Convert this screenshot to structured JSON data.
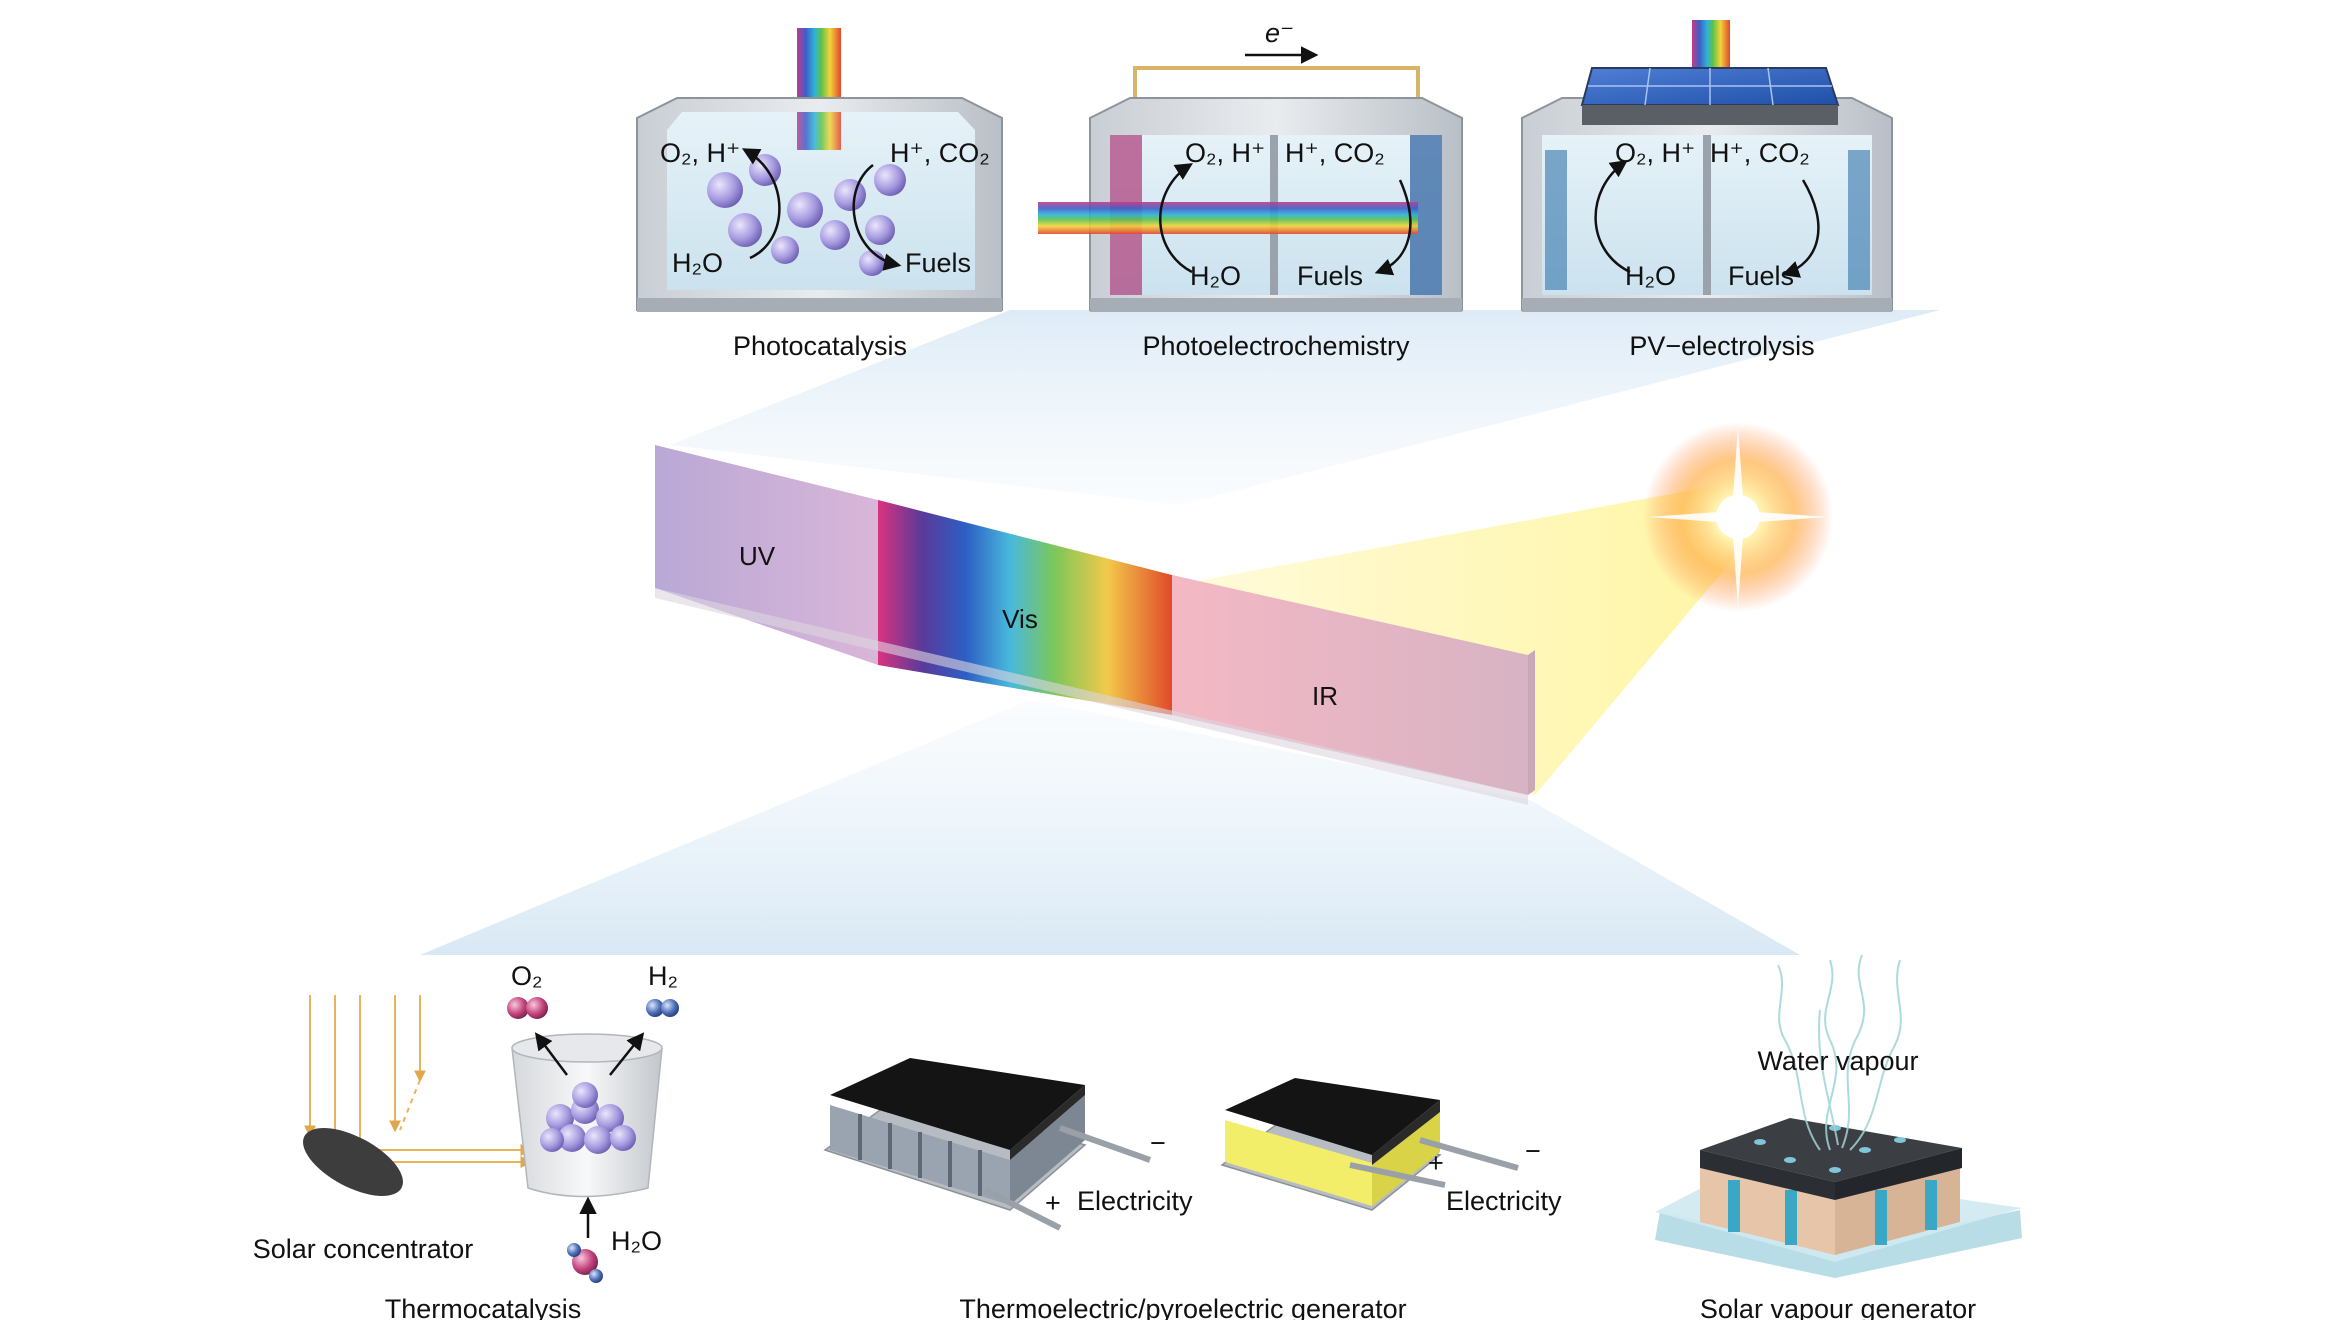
{
  "top": {
    "photocatalysis": {
      "caption": "Photocatalysis",
      "products_left": "O₂, H⁺",
      "products_right": "H⁺, CO₂",
      "reactant": "H₂O",
      "product": "Fuels"
    },
    "photoelectrochemistry": {
      "caption": "Photoelectrochemistry",
      "electron": "e⁻",
      "products_left": "O₂, H⁺",
      "products_right": "H⁺, CO₂",
      "reactant": "H₂O",
      "product": "Fuels"
    },
    "pv_electrolysis": {
      "caption": "PV−electrolysis",
      "products_left": "O₂, H⁺",
      "products_right": "H⁺, CO₂",
      "reactant": "H₂O",
      "product": "Fuels"
    }
  },
  "spectrum": {
    "uv": "UV",
    "vis": "Vis",
    "ir": "IR"
  },
  "bottom": {
    "thermocatalysis": {
      "caption": "Thermocatalysis",
      "concentrator": "Solar concentrator",
      "o2": "O₂",
      "h2": "H₂",
      "h2o": "H₂O"
    },
    "thermoelectric": {
      "caption": "Thermoelectric/pyroelectric generator",
      "electricity_1": "Electricity",
      "electricity_2": "Electricity",
      "plus_1": "+",
      "minus_1": "−",
      "plus_2": "+",
      "minus_2": "−"
    },
    "vapour": {
      "caption": "Solar vapour generator",
      "vapour_label": "Water vapour"
    }
  },
  "colors": {
    "sun": "#fff4a0",
    "light_beam": "#fff36b",
    "uv": "#c9a6d6",
    "ir": "#f1b9c4",
    "water": "#d7e9f3",
    "concentrator_ray": "#e8b35a"
  }
}
